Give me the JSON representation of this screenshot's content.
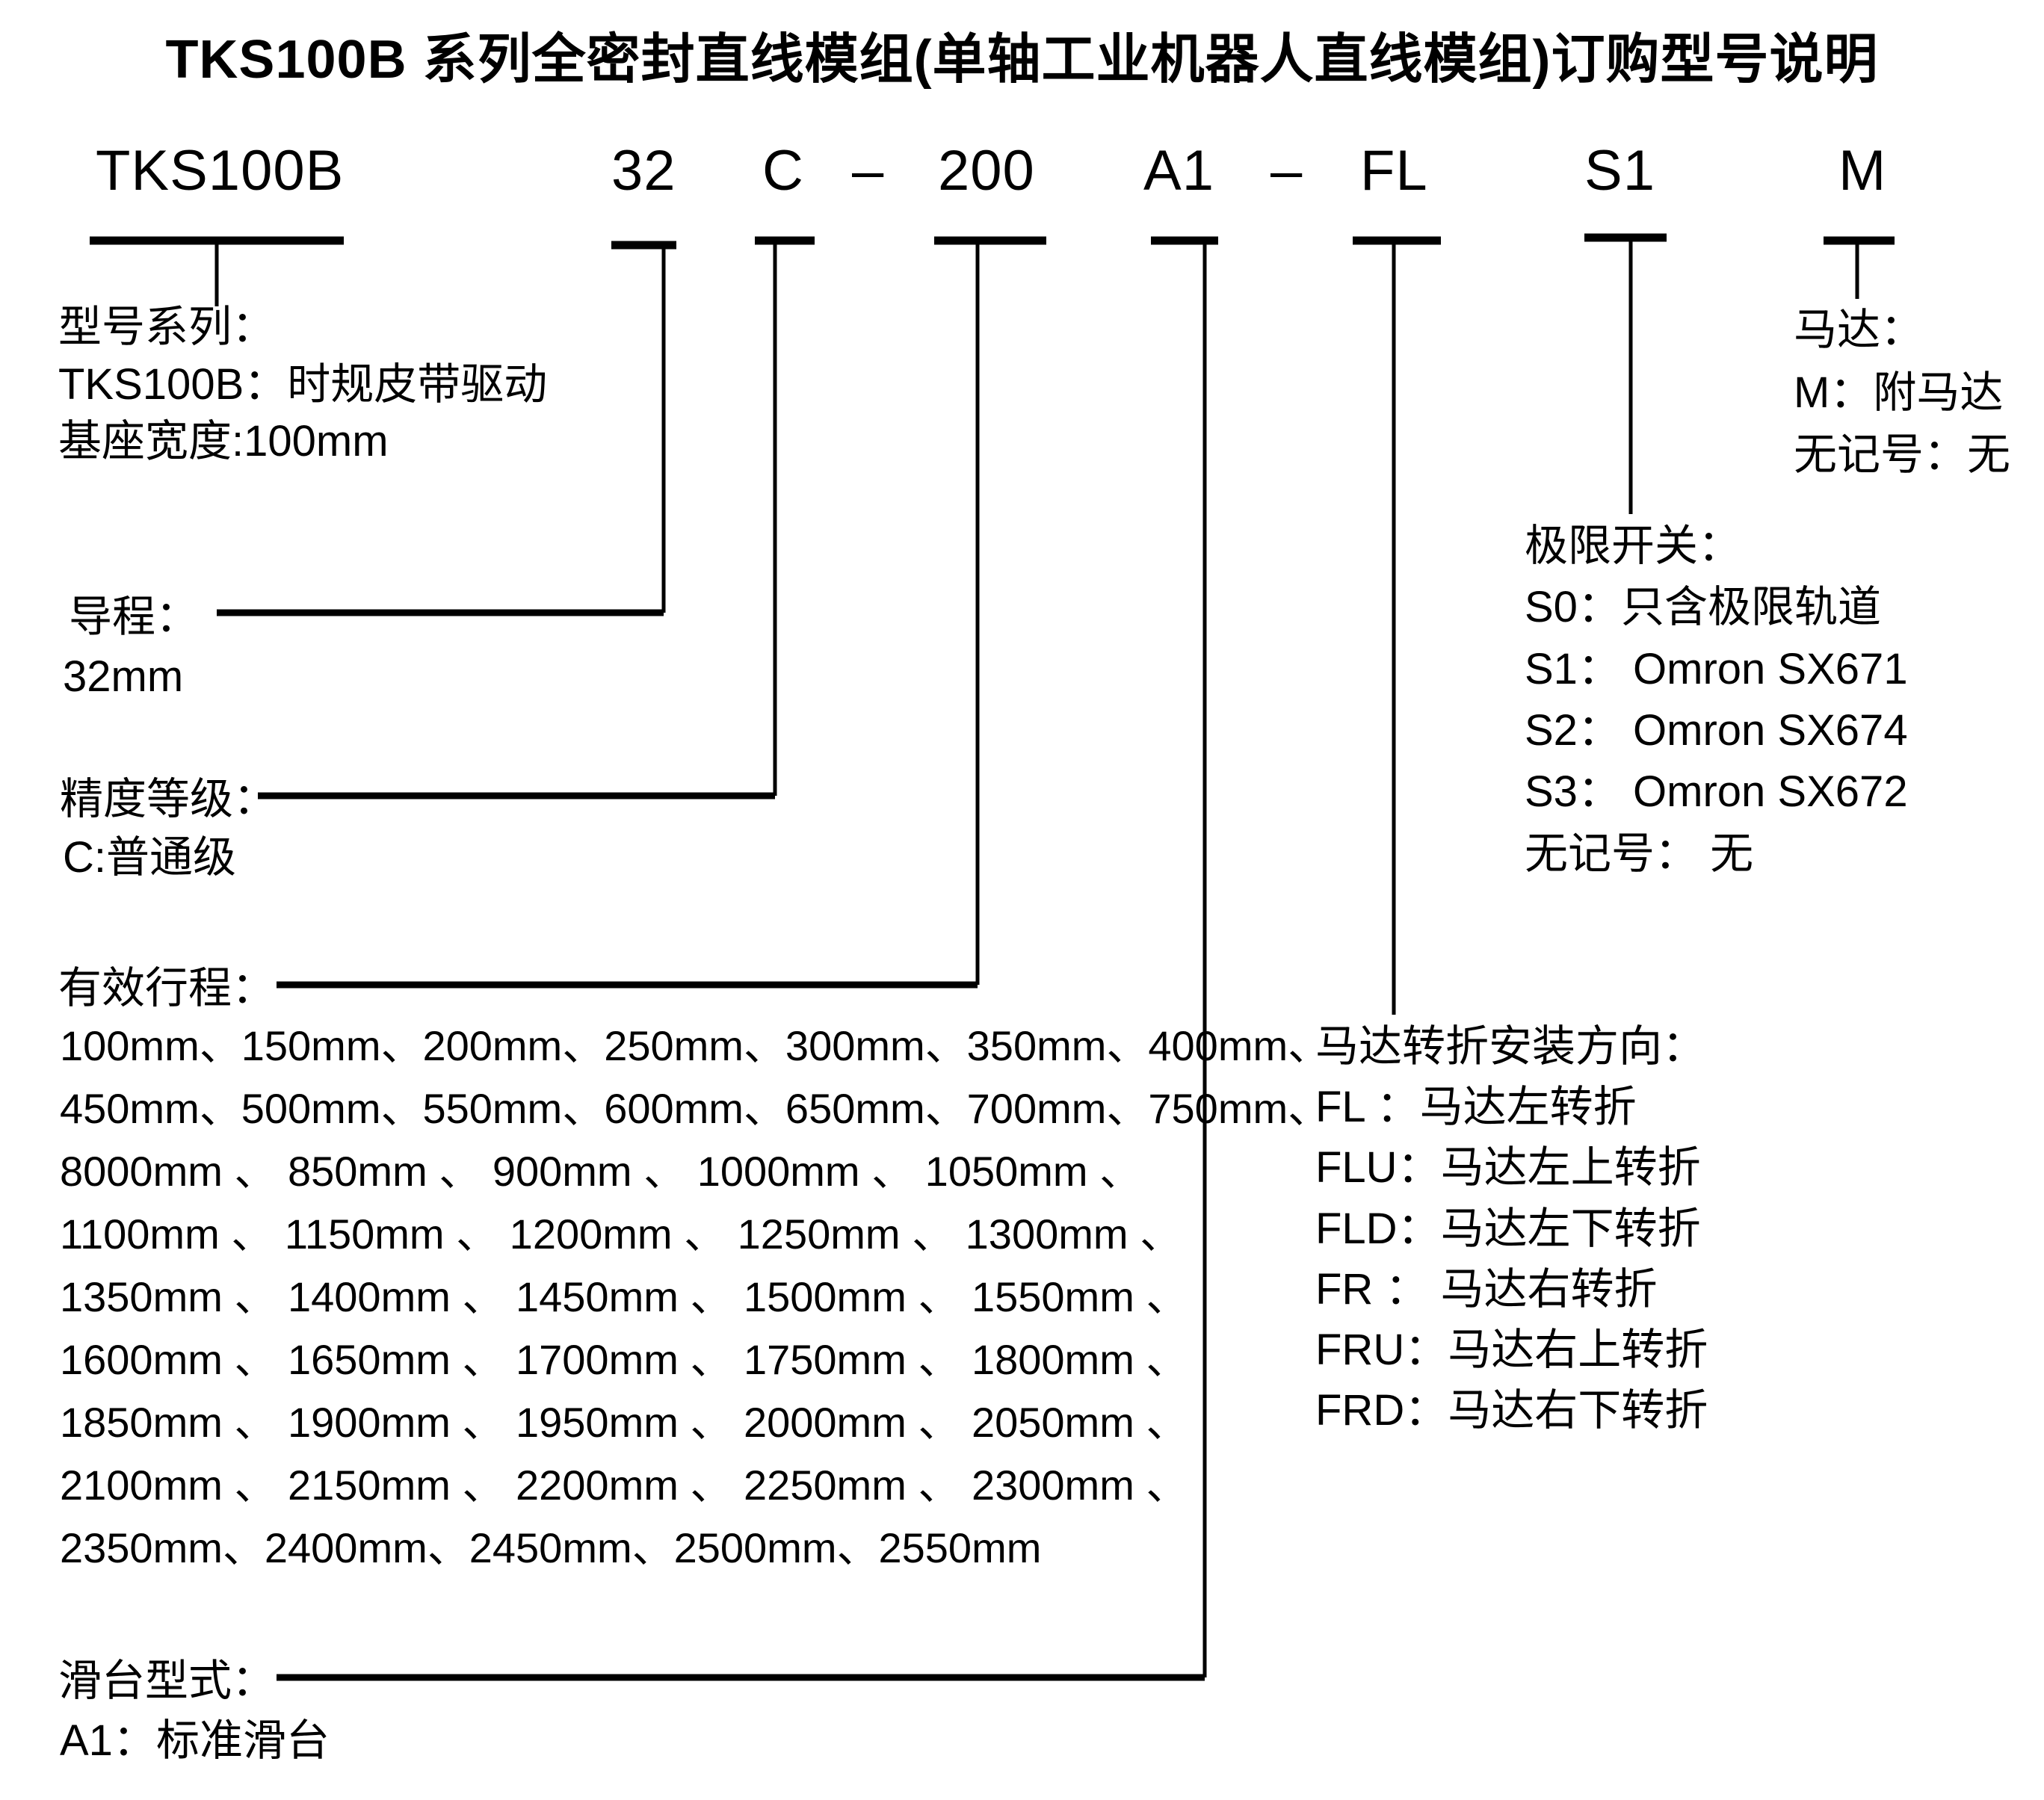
{
  "title": "TKS100B  系列全密封直线模组(单轴工业机器人直线模组)订购型号说明",
  "model_code": {
    "series": "TKS100B",
    "lead": "32",
    "accuracy": "C",
    "dash1": "–",
    "stroke": "200",
    "table_type": "A1",
    "dash2": "–",
    "motor_dir": "FL",
    "limit_switch": "S1",
    "motor": "M"
  },
  "sections": {
    "series": {
      "label": "型号系列：",
      "lines": [
        "TKS100B：时规皮带驱动",
        "基座宽度:100mm"
      ]
    },
    "lead": {
      "label": "导程：",
      "lines": [
        "32mm"
      ]
    },
    "accuracy": {
      "label": "精度等级：",
      "lines": [
        "C:普通级"
      ]
    },
    "stroke": {
      "label": "有效行程：",
      "rows": [
        "100mm、150mm、200mm、250mm、300mm、350mm、400mm、",
        "450mm、500mm、550mm、600mm、650mm、700mm、750mm、",
        "8000mm 、 850mm 、 900mm 、 1000mm 、 1050mm 、",
        "1100mm 、 1150mm 、 1200mm 、 1250mm 、 1300mm 、",
        "1350mm 、 1400mm 、 1450mm 、 1500mm 、 1550mm 、",
        "1600mm 、 1650mm 、 1700mm 、 1750mm 、 1800mm 、",
        "1850mm 、 1900mm 、 1950mm 、 2000mm 、 2050mm 、",
        "2100mm 、 2150mm 、 2200mm 、 2250mm 、 2300mm 、",
        "2350mm、2400mm、2450mm、2500mm、2550mm"
      ]
    },
    "table_type": {
      "label": "滑台型式：",
      "lines": [
        "A1：标准滑台"
      ]
    },
    "motor_dir": {
      "label": "马达转折安装方向：",
      "lines": [
        "FL ：马达左转折",
        "FLU：马达左上转折",
        "FLD：马达左下转折",
        "FR ： 马达右转折",
        "FRU：马达右上转折",
        "FRD：马达右下转折"
      ]
    },
    "limit_switch": {
      "label": "极限开关：",
      "lines": [
        "S0：只含极限轨道",
        "S1： Omron SX671",
        "S2： Omron SX674",
        "S3： Omron SX672",
        "无记号： 无"
      ]
    },
    "motor": {
      "label": "马达：",
      "lines": [
        "M：附马达",
        "无记号：无"
      ]
    }
  },
  "colors": {
    "ink": "#000000",
    "paper": "#ffffff"
  }
}
